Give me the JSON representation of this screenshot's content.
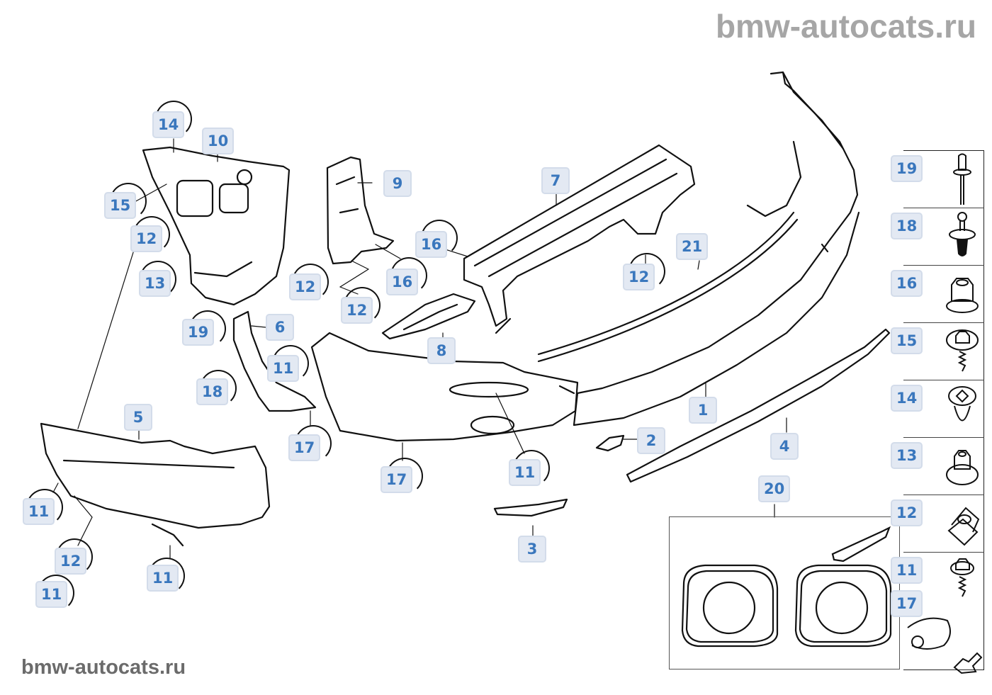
{
  "watermarks": {
    "top_right": "bmw-autocats.ru",
    "bottom_left": "bmw-autocats.ru"
  },
  "colors": {
    "badge_text": "#3a77bd",
    "badge_fill": "#e3e9f3",
    "badge_border": "#d3dcea",
    "line_art": "#111111",
    "watermark_top": "#a6a6a6",
    "watermark_bottom": "#6b6b6b"
  },
  "callouts": [
    {
      "id": "c14a",
      "label": "14",
      "circled": true
    },
    {
      "id": "c10",
      "label": "10",
      "circled": false
    },
    {
      "id": "c15",
      "label": "15",
      "circled": true
    },
    {
      "id": "c12a",
      "label": "12",
      "circled": true
    },
    {
      "id": "c13",
      "label": "13",
      "circled": true
    },
    {
      "id": "c12b",
      "label": "12",
      "circled": true
    },
    {
      "id": "c9",
      "label": "9",
      "circled": false
    },
    {
      "id": "c16a",
      "label": "16",
      "circled": true
    },
    {
      "id": "c16b",
      "label": "16",
      "circled": true
    },
    {
      "id": "c12c",
      "label": "12",
      "circled": true
    },
    {
      "id": "c7",
      "label": "7",
      "circled": false
    },
    {
      "id": "c12d",
      "label": "12",
      "circled": true
    },
    {
      "id": "c21",
      "label": "21",
      "circled": false
    },
    {
      "id": "c19",
      "label": "19",
      "circled": true
    },
    {
      "id": "c6",
      "label": "6",
      "circled": false
    },
    {
      "id": "c11a",
      "label": "11",
      "circled": true
    },
    {
      "id": "c8",
      "label": "8",
      "circled": false
    },
    {
      "id": "c18",
      "label": "18",
      "circled": true
    },
    {
      "id": "c5",
      "label": "5",
      "circled": false
    },
    {
      "id": "c17a",
      "label": "17",
      "circled": true
    },
    {
      "id": "c17b",
      "label": "17",
      "circled": true
    },
    {
      "id": "c11b",
      "label": "11",
      "circled": true
    },
    {
      "id": "c1",
      "label": "1",
      "circled": false
    },
    {
      "id": "c2",
      "label": "2",
      "circled": false
    },
    {
      "id": "c4",
      "label": "4",
      "circled": false
    },
    {
      "id": "c20",
      "label": "20",
      "circled": false
    },
    {
      "id": "c3",
      "label": "3",
      "circled": false
    },
    {
      "id": "c11c",
      "label": "11",
      "circled": true
    },
    {
      "id": "c12e",
      "label": "12",
      "circled": true
    },
    {
      "id": "c11d",
      "label": "11",
      "circled": true
    },
    {
      "id": "c11e",
      "label": "11",
      "circled": true
    }
  ],
  "fastener_legend": [
    {
      "label": "19",
      "icon": "rivet-icon"
    },
    {
      "label": "18",
      "icon": "expanding-rivet-icon"
    },
    {
      "label": "16",
      "icon": "flange-nut-icon"
    },
    {
      "label": "15",
      "icon": "washer-screw-icon"
    },
    {
      "label": "14",
      "icon": "expanding-nut-icon"
    },
    {
      "label": "13",
      "icon": "hex-collar-nut-icon"
    },
    {
      "label": "12",
      "icon": "clip-nut-icon"
    },
    {
      "label": "11",
      "icon": "hex-screw-icon"
    },
    {
      "label": "17",
      "icon": "vehicle-location-arrow-icon"
    }
  ]
}
